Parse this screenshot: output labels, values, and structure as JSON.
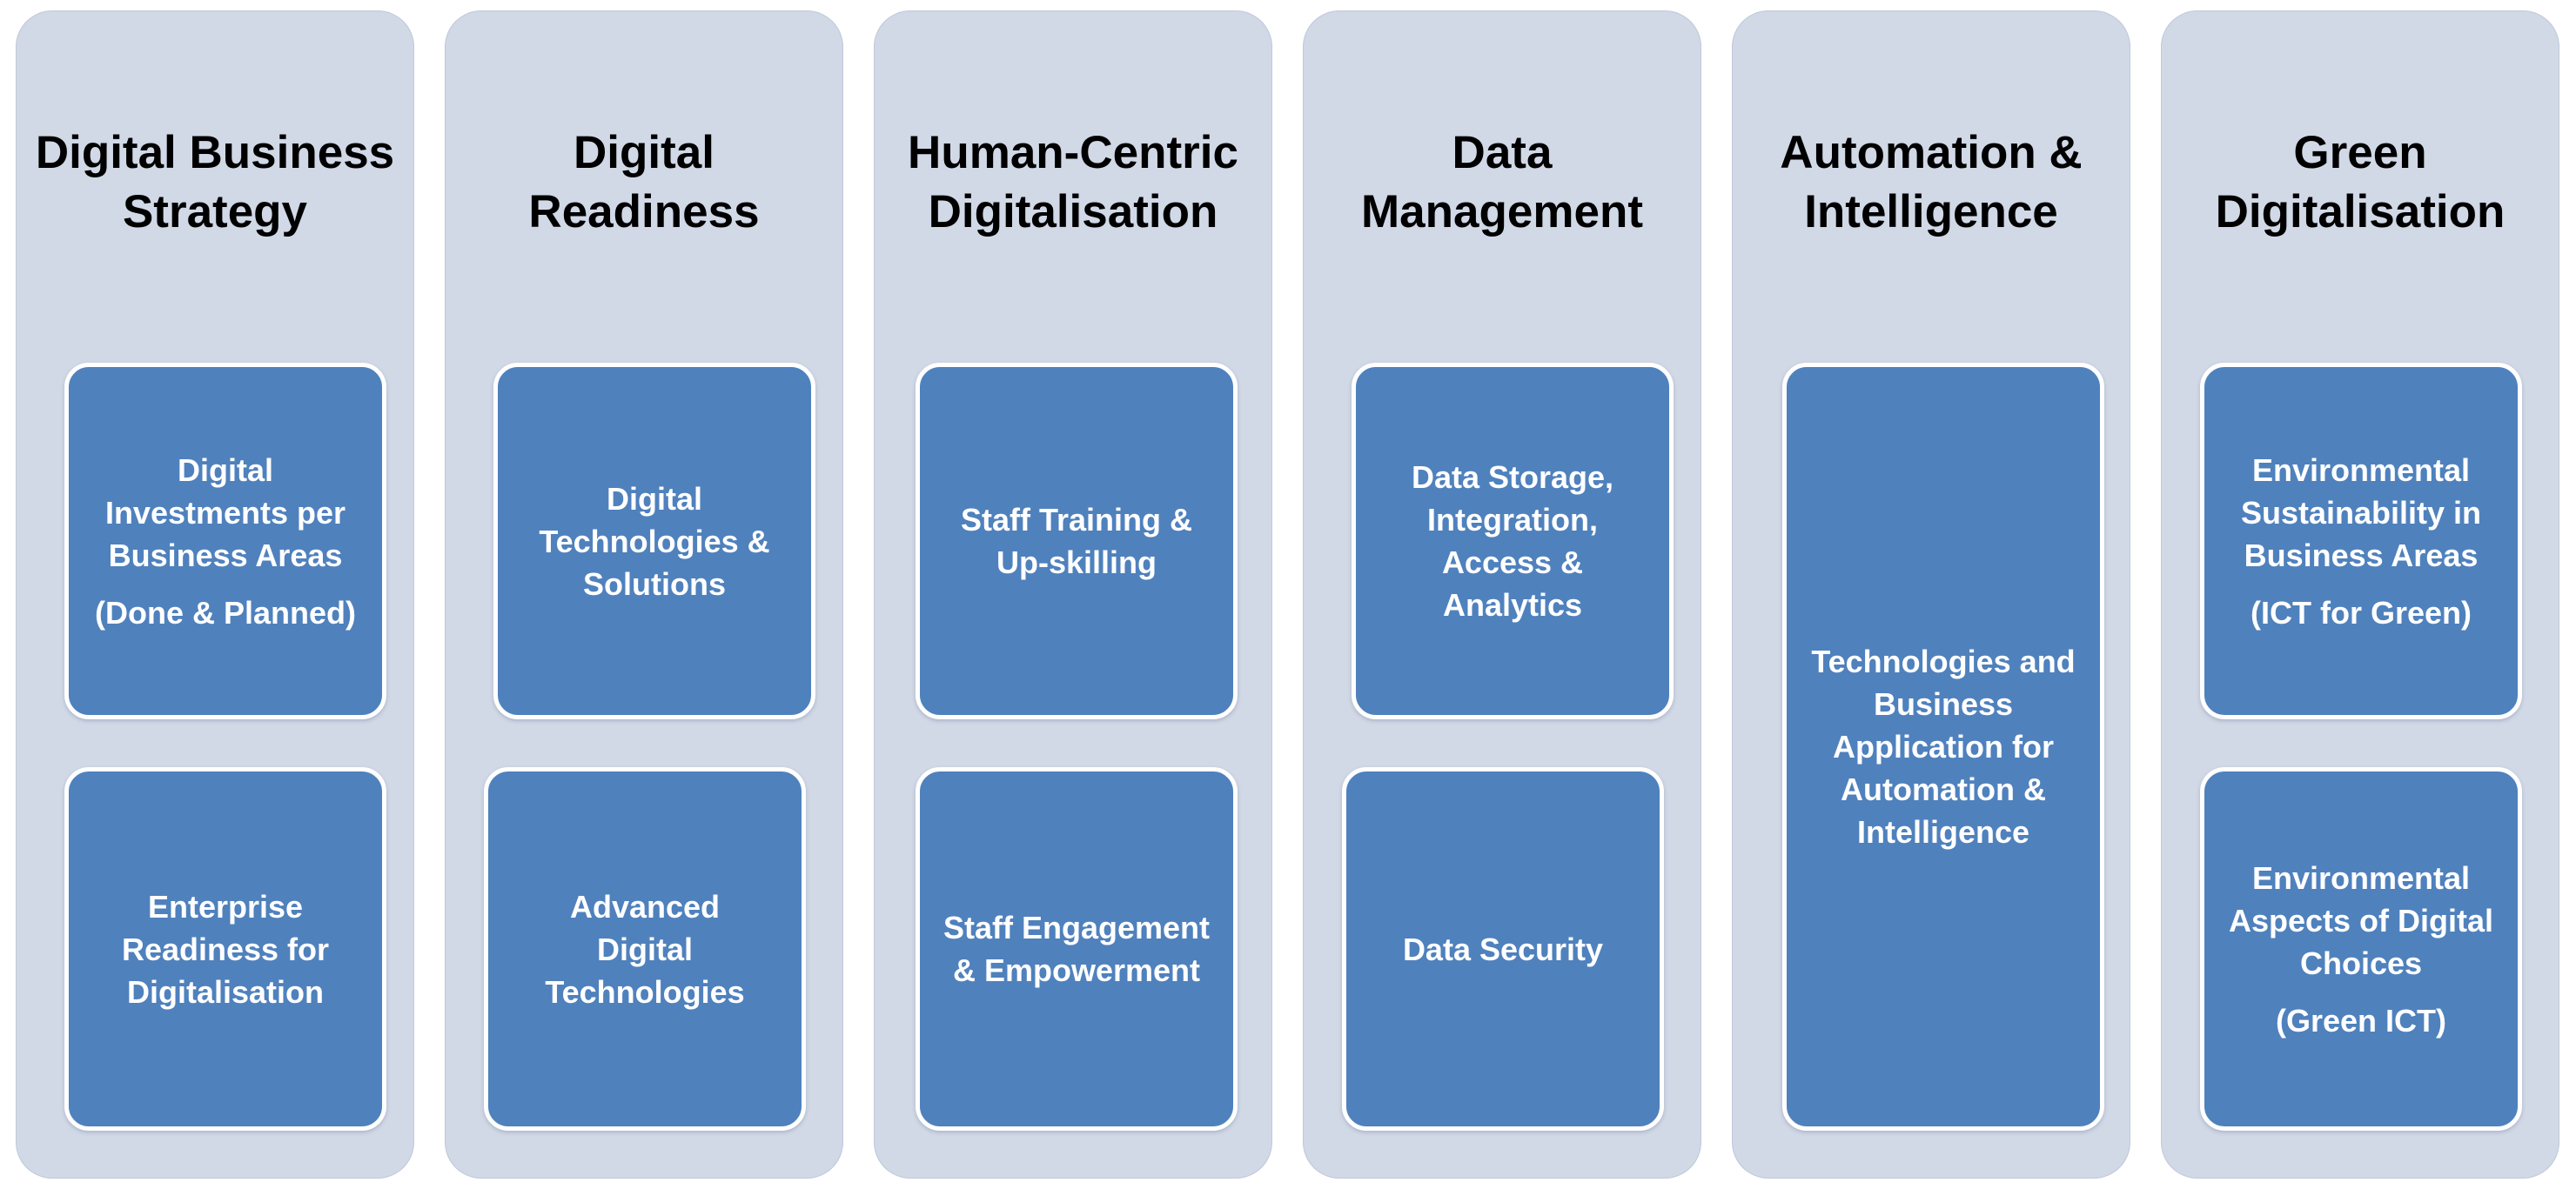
{
  "colors": {
    "column_background": "#d1d8e6",
    "box_fill": "#4f81bd",
    "box_border": "#ffffff",
    "box_text": "#ffffff",
    "title_text": "#000000"
  },
  "columns": [
    {
      "title": "Digital Business\nStrategy",
      "boxes": [
        {
          "text": "Digital\nInvestments per\nBusiness Areas",
          "subtext": "(Done & Planned)"
        },
        {
          "text": "Enterprise\nReadiness for\nDigitalisation"
        }
      ]
    },
    {
      "title": "Digital\nReadiness",
      "boxes": [
        {
          "text": "Digital\nTechnologies &\nSolutions"
        },
        {
          "text": "Advanced\nDigital\nTechnologies"
        }
      ]
    },
    {
      "title": "Human-Centric\nDigitalisation",
      "boxes": [
        {
          "text": "Staff Training &\nUp-skilling"
        },
        {
          "text": "Staff Engagement\n& Empowerment"
        }
      ]
    },
    {
      "title": "Data\nManagement",
      "boxes": [
        {
          "text": "Data Storage,\nIntegration,\nAccess &\nAnalytics"
        },
        {
          "text": "Data Security"
        }
      ]
    },
    {
      "title": "Automation &\nIntelligence",
      "boxes": [
        {
          "text": "Technologies and\nBusiness\nApplication for\nAutomation &\nIntelligence"
        }
      ]
    },
    {
      "title": "Green\nDigitalisation",
      "boxes": [
        {
          "text": "Environmental\nSustainability in\nBusiness Areas",
          "subtext": "(ICT for Green)"
        },
        {
          "text": "Environmental\nAspects of  Digital\nChoices",
          "subtext": "(Green ICT)"
        }
      ]
    }
  ]
}
